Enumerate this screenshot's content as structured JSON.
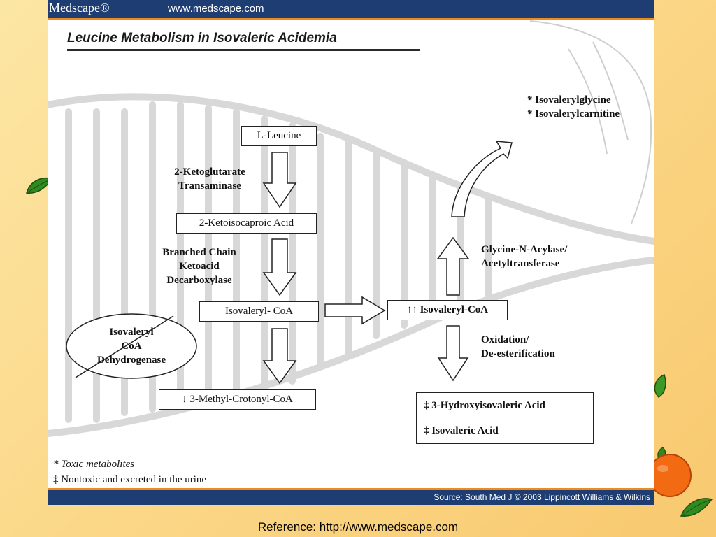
{
  "header": {
    "logo": "Medscape®",
    "site_url": "www.medscape.com"
  },
  "figure": {
    "title": "Leucine Metabolism in Isovaleric Acidemia",
    "boxes": {
      "leucine": "L-Leucine",
      "ketoisocaproic": "2-Ketoisocaproic Acid",
      "isovaleryl_coa": "Isovaleryl- CoA",
      "methylcrotonyl": "↓ 3-Methyl-Crotonyl-CoA",
      "isovaleryl_coa_high": "↑↑ Isovaleryl-CoA",
      "hydroxyisovaleric": "‡  3-Hydroxyisovaleric Acid",
      "isovaleric_acid": "‡  Isovaleric Acid"
    },
    "enzymes": {
      "transaminase_line1": "2-Ketoglutarate",
      "transaminase_line2": "Transaminase",
      "bckd_line1": "Branched Chain",
      "bckd_line2": "Ketoacid",
      "bckd_line3": "Decarboxylase",
      "acylase_line1": "Glycine-N-Acylase/",
      "acylase_line2": "Acetyltransferase",
      "oxidation_line1": "Oxidation/",
      "oxidation_line2": "De-esterification",
      "deficient_line1": "Isovaleryl",
      "deficient_line2": "CoA",
      "deficient_line3": "Dehydrogenase"
    },
    "toxic_metabolites": {
      "item1": "* Isovalerylglycine",
      "item2": "* Isovalerylcarnitine"
    },
    "legend": {
      "toxic": "* Toxic metabolites",
      "nontoxic": "‡ Nontoxic and excreted in the urine"
    }
  },
  "footer": {
    "source": "Source: South Med J © 2003 Lippincott Williams & Wilkins",
    "reference": "Reference: http://www.medscape.com"
  },
  "colors": {
    "background": "#fbd98a",
    "header_bar": "#1d3d73",
    "accent_rule": "#f08a1c",
    "mitochondria_sketch": "#d8d8d8"
  }
}
